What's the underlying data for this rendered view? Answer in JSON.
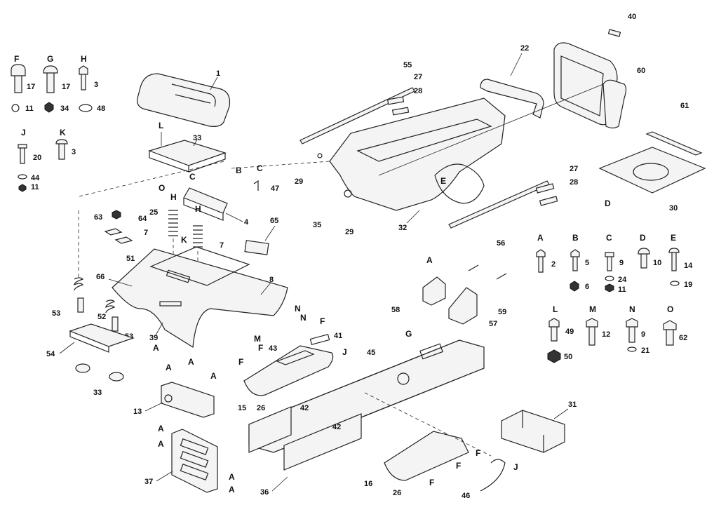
{
  "hardware": {
    "F": {
      "letter": "F",
      "qty": "17",
      "washer": "11"
    },
    "G": {
      "letter": "G",
      "qty": "17",
      "washer": "34"
    },
    "H": {
      "letter": "H",
      "qty": "3",
      "washer": "48"
    },
    "J": {
      "letter": "J",
      "qty": "20",
      "w1": "44",
      "w2": "11"
    },
    "K": {
      "letter": "K",
      "qty": "3"
    },
    "A": {
      "letter": "A",
      "qty": "2"
    },
    "B": {
      "letter": "B",
      "qty": "5",
      "washer": "6"
    },
    "C": {
      "letter": "C",
      "qty": "9",
      "w1": "24",
      "w2": "11"
    },
    "D": {
      "letter": "D",
      "qty": "10"
    },
    "E": {
      "letter": "E",
      "qty": "14",
      "washer": "19"
    },
    "L": {
      "letter": "L",
      "qty": "49",
      "washer": "50"
    },
    "M": {
      "letter": "M",
      "qty": "12"
    },
    "N": {
      "letter": "N",
      "qty": "9",
      "washer": "21"
    },
    "O": {
      "letter": "O",
      "qty": "62"
    }
  },
  "callouts": {
    "p1": "1",
    "p4": "4",
    "p7a": "7",
    "p7b": "7",
    "p8": "8",
    "p13": "13",
    "p15": "15",
    "p16": "16",
    "p22": "22",
    "p25": "25",
    "p26a": "26",
    "p26b": "26",
    "p27a": "27",
    "p27b": "27",
    "p28a": "28",
    "p28b": "28",
    "p29a": "29",
    "p29b": "29",
    "p30": "30",
    "p31": "31",
    "p32": "32",
    "p33a": "33",
    "p33b": "33",
    "p35": "35",
    "p36": "36",
    "p37": "37",
    "p39": "39",
    "p40": "40",
    "p41": "41",
    "p42a": "42",
    "p42b": "42",
    "p43": "43",
    "p45": "45",
    "p46": "46",
    "p47": "47",
    "p51": "51",
    "p52": "52",
    "p53a": "53",
    "p53b": "53",
    "p54": "54",
    "p55": "55",
    "p56": "56",
    "p57": "57",
    "p58": "58",
    "p59": "59",
    "p60": "60",
    "p61": "61",
    "p63": "63",
    "p64": "64",
    "p65": "65",
    "p66": "66"
  },
  "letters": {
    "L": "L",
    "O": "O",
    "B": "B",
    "C1": "C",
    "C2": "C",
    "H1": "H",
    "H2": "H",
    "K": "K",
    "M": "M",
    "N1": "N",
    "N2": "N",
    "A1": "A",
    "A2": "A",
    "A3": "A",
    "A4": "A",
    "A5": "A",
    "A6": "A",
    "A7": "A",
    "A8": "A",
    "A9": "A",
    "F1": "F",
    "F2": "F",
    "F3": "F",
    "F4": "F",
    "F5": "F",
    "F6": "F",
    "J1": "J",
    "J2": "J",
    "G": "G",
    "D": "D",
    "E": "E"
  }
}
